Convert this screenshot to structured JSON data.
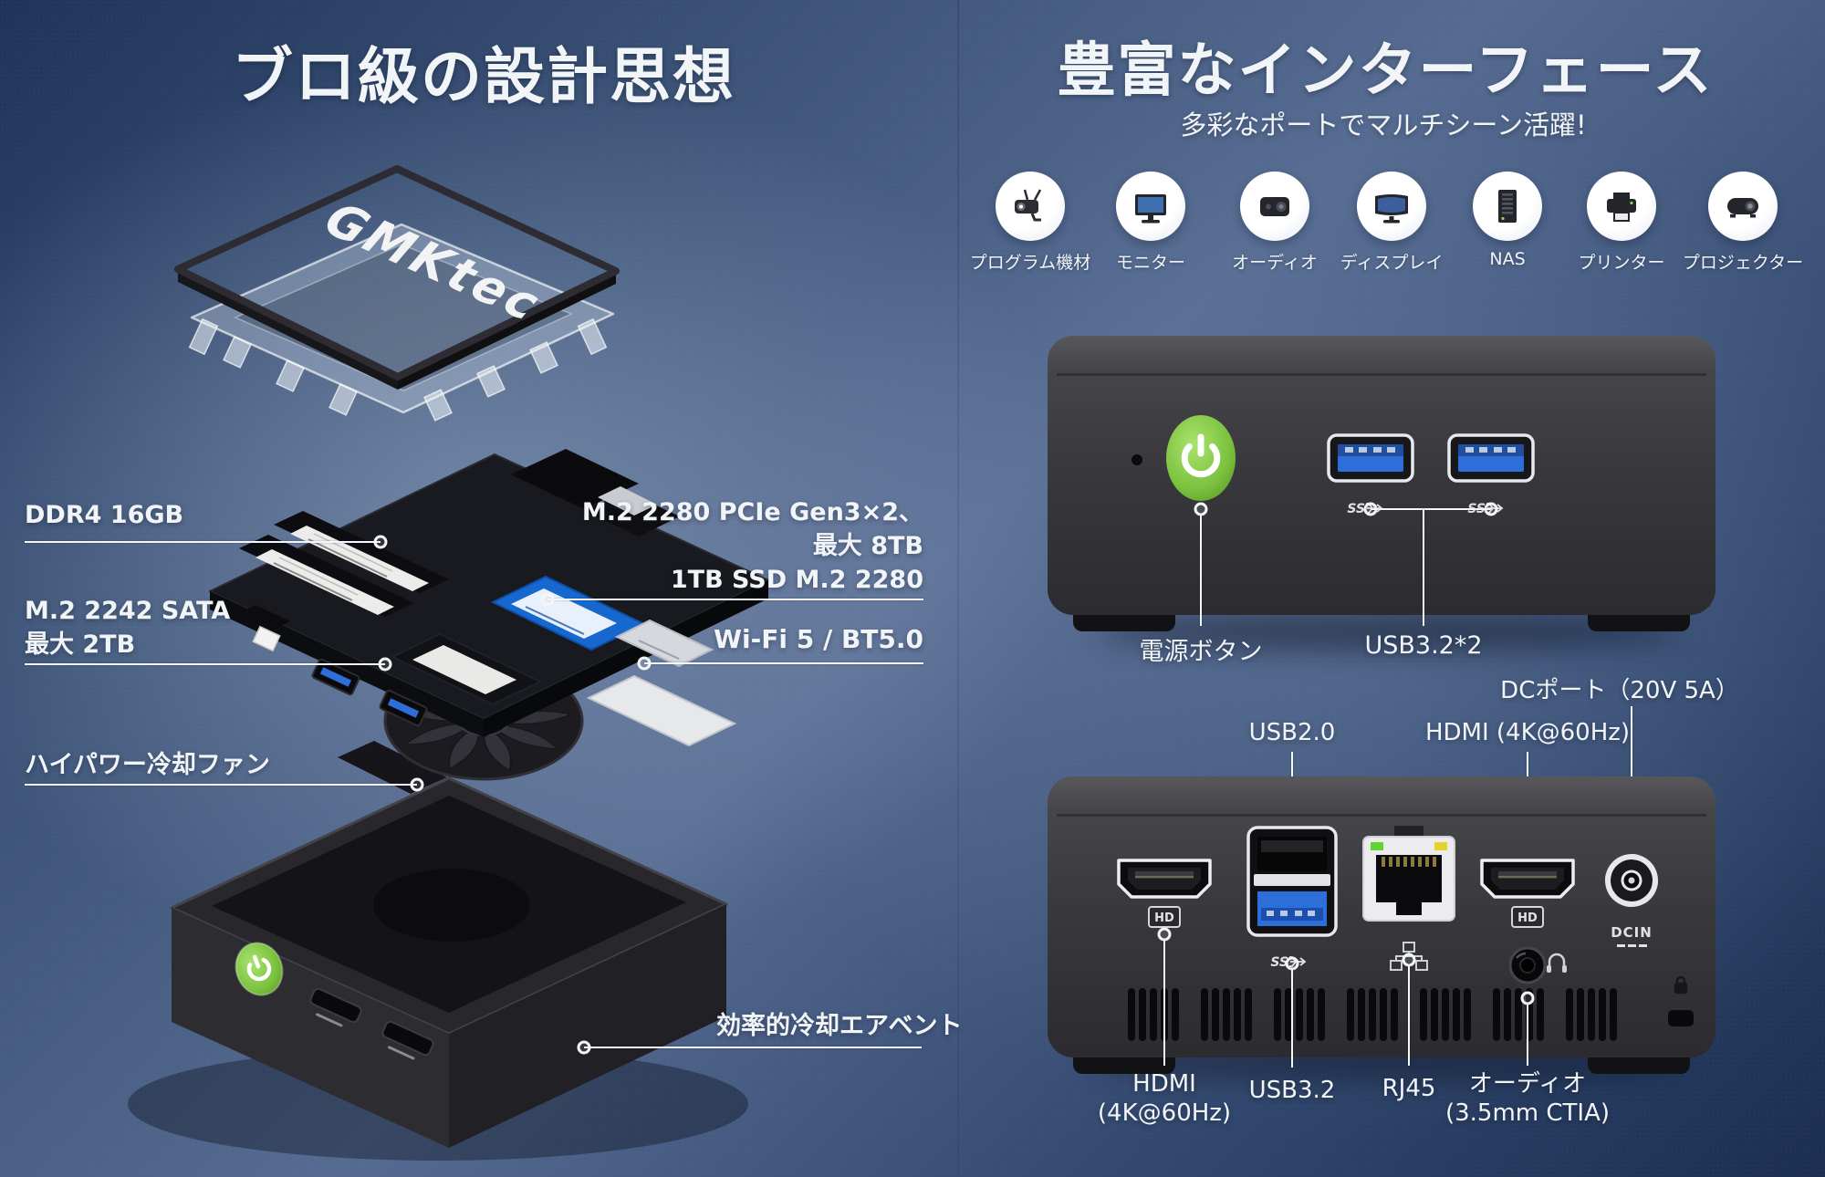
{
  "left_panel": {
    "title": "ブロ級の設計思想",
    "brand": "GMKtec",
    "labels": {
      "ddr4": "DDR4 16GB",
      "m2_2280_l1": "M.2 2280 PCIe Gen3×2、",
      "m2_2280_l2": "最大 8TB",
      "m2_2280_l3": "1TB SSD M.2 2280",
      "m2_2242_l1": "M.2 2242 SATA",
      "m2_2242_l2": "最大 2TB",
      "wifi": "Wi-Fi 5 / BT5.0",
      "fan": "ハイパワー冷却ファン",
      "vent": "効率的冷却エアベント"
    }
  },
  "right_panel": {
    "title": "豊富なインターフェース",
    "subtitle": "多彩なポートでマルチシーン活躍!",
    "use_cases": [
      {
        "label": "プログラム機材",
        "icon": "security-camera-icon"
      },
      {
        "label": "モニター",
        "icon": "monitor-icon"
      },
      {
        "label": "オーディオ",
        "icon": "speaker-icon"
      },
      {
        "label": "ディスプレイ",
        "icon": "display-icon"
      },
      {
        "label": "NAS",
        "icon": "nas-server-icon"
      },
      {
        "label": "プリンター",
        "icon": "printer-icon"
      },
      {
        "label": "プロジェクター",
        "icon": "projector-icon"
      }
    ],
    "front_view": {
      "power_button_label": "電源ボタン",
      "usb_ports_label": "USB3.2*2"
    },
    "rear_view": {
      "dc_port_label": "DCポート（20V 5A）",
      "usb2_label": "USB2.0",
      "hdmi_top_label": "HDMI (4K@60Hz)",
      "hdmi_bottom_l1": "HDMI",
      "hdmi_bottom_l2": "(4K@60Hz)",
      "usb32_label": "USB3.2",
      "rj45_label": "RJ45",
      "audio_l1": "オーディオ",
      "audio_l2": "(3.5mm CTIA)",
      "hd_badge": "HD",
      "dcin_label": "DCIN",
      "ss_mark": "SS"
    }
  },
  "colors": {
    "power_button_green": "#7cc23f",
    "usb_blue": "#2e6ed8",
    "led_green": "#5fd435",
    "led_yellow": "#e5d42e",
    "background_blue": "#3d5478",
    "text_white": "#f2f5f8"
  }
}
